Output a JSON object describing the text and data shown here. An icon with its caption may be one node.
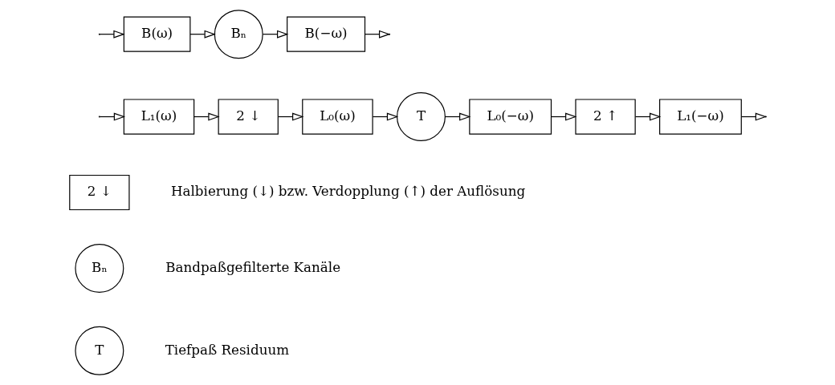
{
  "diagram": {
    "nodes": [
      {
        "text": [
          "B(ω)"
        ]
      },
      {
        "text": [
          "Bₙ"
        ]
      },
      {
        "text": [
          "B(−ω)"
        ]
      },
      {
        "text": [
          "L₁(ω)"
        ]
      },
      {
        "text": [
          "2 ↓"
        ]
      },
      {
        "text": [
          "L₀(ω)"
        ]
      },
      {
        "text": [
          "T"
        ]
      },
      {
        "text": [
          "L₀(−ω)"
        ]
      },
      {
        "text": [
          "2 ↑"
        ]
      },
      {
        "text": [
          "L₁(−ω)"
        ]
      },
      {
        "text": [
          "2 ↓"
        ],
        "beside": [
          "Halbierung (↓) bzw. Verdopplung (↑) der Auflösung"
        ]
      },
      {
        "text": [
          "Bₙ"
        ],
        "beside": [
          "Bandpaßgefilterte Kanäle"
        ]
      },
      {
        "text": [
          "T"
        ],
        "beside": [
          "Tiefpaß Residuum"
        ]
      }
    ],
    "edges": [
      {
        "from": null,
        "to": 0,
        "arrow": "to"
      },
      {
        "from": null,
        "to": 3,
        "arrow": "to"
      },
      {
        "from": 0,
        "to": 1,
        "arrow": "to"
      },
      {
        "from": 1,
        "to": 2,
        "arrow": "to"
      },
      {
        "from": 2,
        "to": null,
        "arrow": "to"
      },
      {
        "from": 3,
        "to": 4,
        "arrow": "to"
      },
      {
        "from": 4,
        "to": 5,
        "arrow": "to"
      },
      {
        "from": 5,
        "to": 6,
        "arrow": "to"
      },
      {
        "from": 6,
        "to": 7,
        "arrow": "to"
      },
      {
        "from": 7,
        "to": 8,
        "arrow": "to"
      },
      {
        "from": 8,
        "to": 9,
        "arrow": "to"
      },
      {
        "from": 9,
        "to": null,
        "arrow": "to"
      }
    ]
  }
}
